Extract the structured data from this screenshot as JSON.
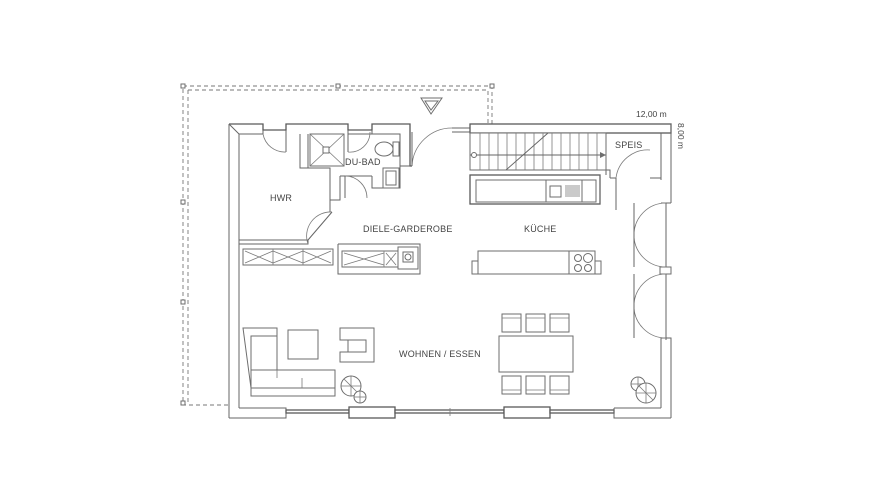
{
  "rooms": {
    "du_bad": "DU-BAD",
    "hwr": "HWR",
    "diele": "DIELE-GARDEROBE",
    "kueche": "KÜCHE",
    "speis": "SPEIS",
    "wohnen": "WOHNEN / ESSEN"
  },
  "dimensions": {
    "width": "12,00 m",
    "depth": "8,00 m"
  },
  "icons": {
    "entrance": "entrance-triangle-icon"
  },
  "colors": {
    "line": "#595959",
    "background": "#ffffff"
  }
}
